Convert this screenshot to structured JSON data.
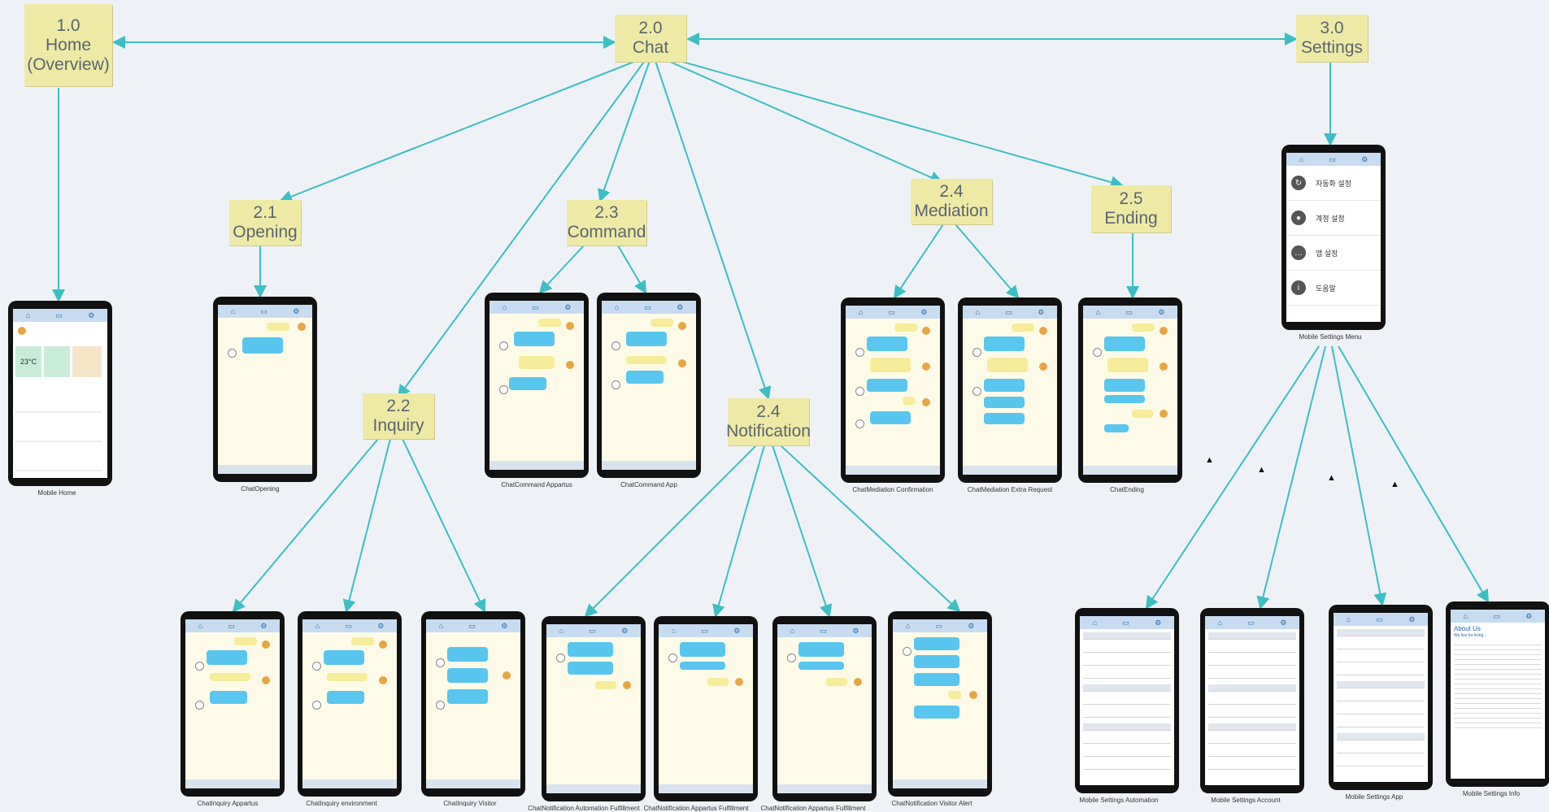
{
  "nodes": [
    {
      "id": "n10",
      "num": "1.0",
      "title": "Home",
      "sub": "(Overview)"
    },
    {
      "id": "n20",
      "num": "2.0",
      "title": "Chat"
    },
    {
      "id": "n30",
      "num": "3.0",
      "title": "Settings"
    },
    {
      "id": "n21",
      "num": "2.1",
      "title": "Opening"
    },
    {
      "id": "n22",
      "num": "2.2",
      "title": "Inquiry"
    },
    {
      "id": "n23",
      "num": "2.3",
      "title": "Command"
    },
    {
      "id": "n24n",
      "num": "2.4",
      "title": "Notification"
    },
    {
      "id": "n24m",
      "num": "2.4",
      "title": "Mediation"
    },
    {
      "id": "n25",
      "num": "2.5",
      "title": "Ending"
    }
  ],
  "screens": [
    {
      "id": "home",
      "caption": "Mobile Home"
    },
    {
      "id": "open",
      "caption": "ChatOpening"
    },
    {
      "id": "cmdapp",
      "caption": "ChatCommand Appartus"
    },
    {
      "id": "cmdapp2",
      "caption": "ChatCommand App"
    },
    {
      "id": "medconf",
      "caption": "ChatMediation Confirmation"
    },
    {
      "id": "medextra",
      "caption": "ChatMediation Extra Request"
    },
    {
      "id": "end",
      "caption": "ChatEnding"
    },
    {
      "id": "setmenu",
      "caption": "Mobile Settings Menu"
    },
    {
      "id": "inqapp",
      "caption": "ChatInquiry Appartus"
    },
    {
      "id": "inqenv",
      "caption": "ChatInquiry environment"
    },
    {
      "id": "inqvis",
      "caption": "ChatInquiry Visitor"
    },
    {
      "id": "notauto",
      "caption": "ChatNotification Automation Fulfillment"
    },
    {
      "id": "notapp1",
      "caption": "ChatNotification Appartus Fulfillment"
    },
    {
      "id": "notapp2",
      "caption": "ChatNotification Appartus Fulfillment"
    },
    {
      "id": "notvis",
      "caption": "ChatNotification Visitor Alert"
    },
    {
      "id": "setauto",
      "caption": "Mobile Settings Automation"
    },
    {
      "id": "setacct",
      "caption": "Mobile Settings Account"
    },
    {
      "id": "setapp",
      "caption": "Mobile Settings App"
    },
    {
      "id": "setinfo",
      "caption": "Mobile Settings Info"
    }
  ],
  "settings_menu": [
    "자동화 설정",
    "계정 설정",
    "앱 설정",
    "도움말"
  ],
  "home_screen": {
    "temp": "23°C"
  },
  "about": {
    "heading": "About Us",
    "sub": "We live for living..."
  },
  "icons": {
    "tab_home": "home-icon",
    "tab_chat": "chat-icon",
    "tab_settings": "gear-icon",
    "warning": "warning-icon"
  },
  "colors": {
    "node_fill": "#eeeaa6",
    "connector": "#3bbfc4",
    "bubble_bot": "#58c6ee",
    "bubble_user": "#f6ec9a",
    "background": "#eef2f6"
  }
}
